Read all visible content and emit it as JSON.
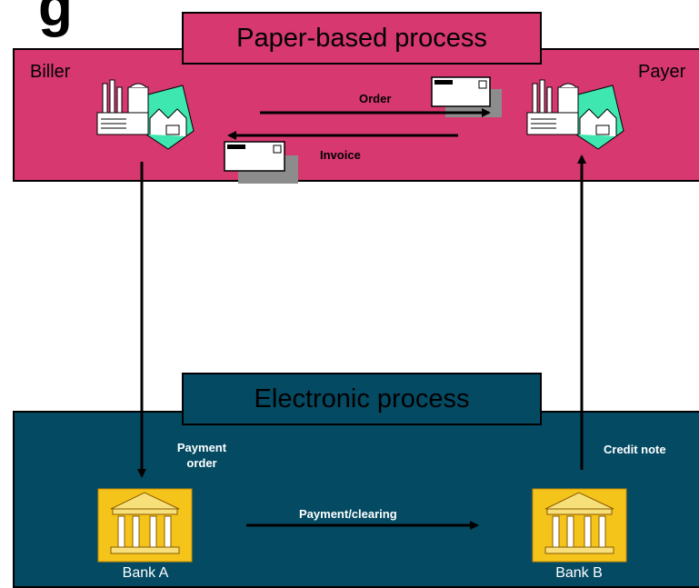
{
  "header_glyph": "g",
  "paper_section": {
    "title": "Paper-based process",
    "biller_label": "Biller",
    "payer_label": "Payer",
    "order_label": "Order",
    "invoice_label": "Invoice"
  },
  "electronic_section": {
    "title": "Electronic process",
    "payment_order_label": "Payment order",
    "credit_note_label": "Credit note",
    "payment_clearing_label": "Payment/clearing",
    "bank_a_label": "Bank A",
    "bank_b_label": "Bank B"
  },
  "icons": {
    "biller": "factory-icon",
    "payer": "factory-icon",
    "order_document": "envelope-icon",
    "invoice_document": "envelope-icon",
    "bank_a": "bank-icon",
    "bank_b": "bank-icon"
  },
  "colors": {
    "paper_band": "#d6386f",
    "electronic_band": "#044a63",
    "bank_tile": "#f5c41a"
  }
}
